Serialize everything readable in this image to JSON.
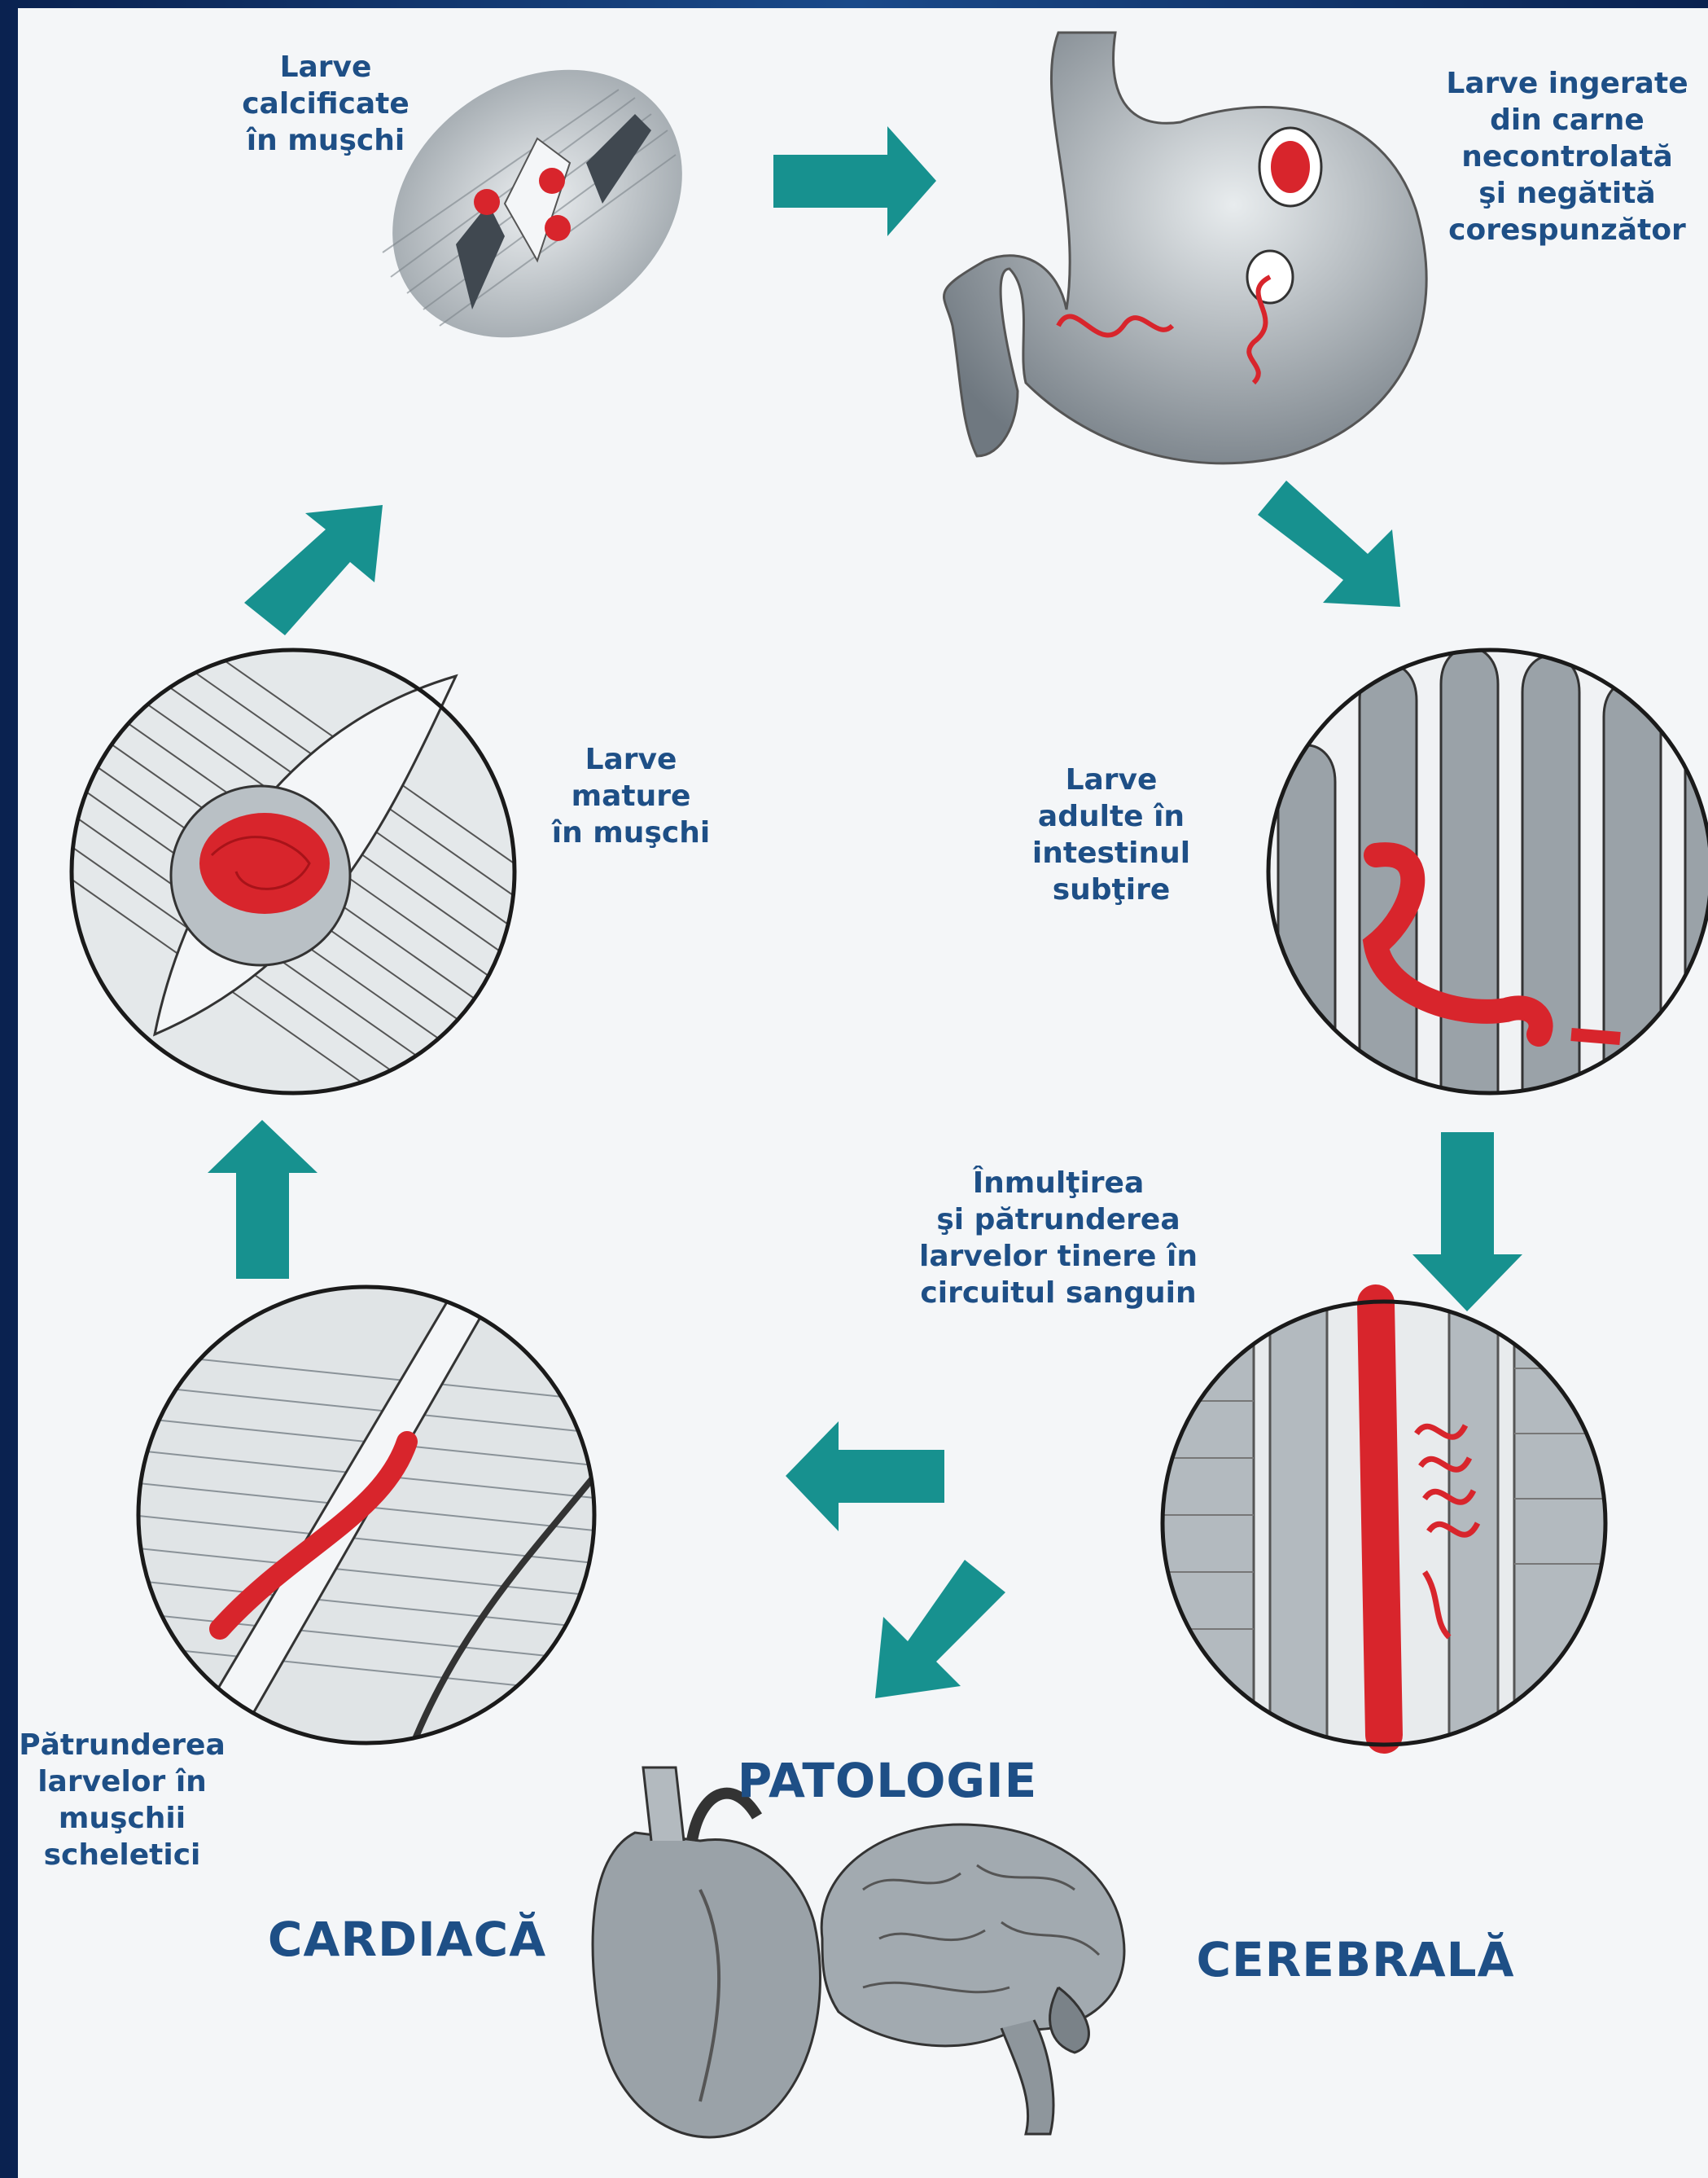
{
  "labels": {
    "calcified": "Larve\ncalcificate\nîn muşchi",
    "ingested": "Larve ingerate\ndin carne\nnecontrolată\nşi negătită\ncorespunzător",
    "mature": "Larve\nmature\nîn muşchi",
    "adult": "Larve\nadulte în\nintestinul\nsubţire",
    "multiply": "Înmulţirea\nşi pătrunderea\nlarvelor tinere în\ncircuitul sanguin",
    "penetration": "Pătrunderea\nlarvelor în\nmuşchii\nscheletici",
    "pathology": "PATOLOGIE",
    "cardiac": "CARDIACĂ",
    "cerebral": "CEREBRALĂ"
  },
  "colors": {
    "arrow": "#17918f",
    "worm": "#d8252c",
    "tissue": "#8e969c",
    "text": "#1e4f86"
  }
}
